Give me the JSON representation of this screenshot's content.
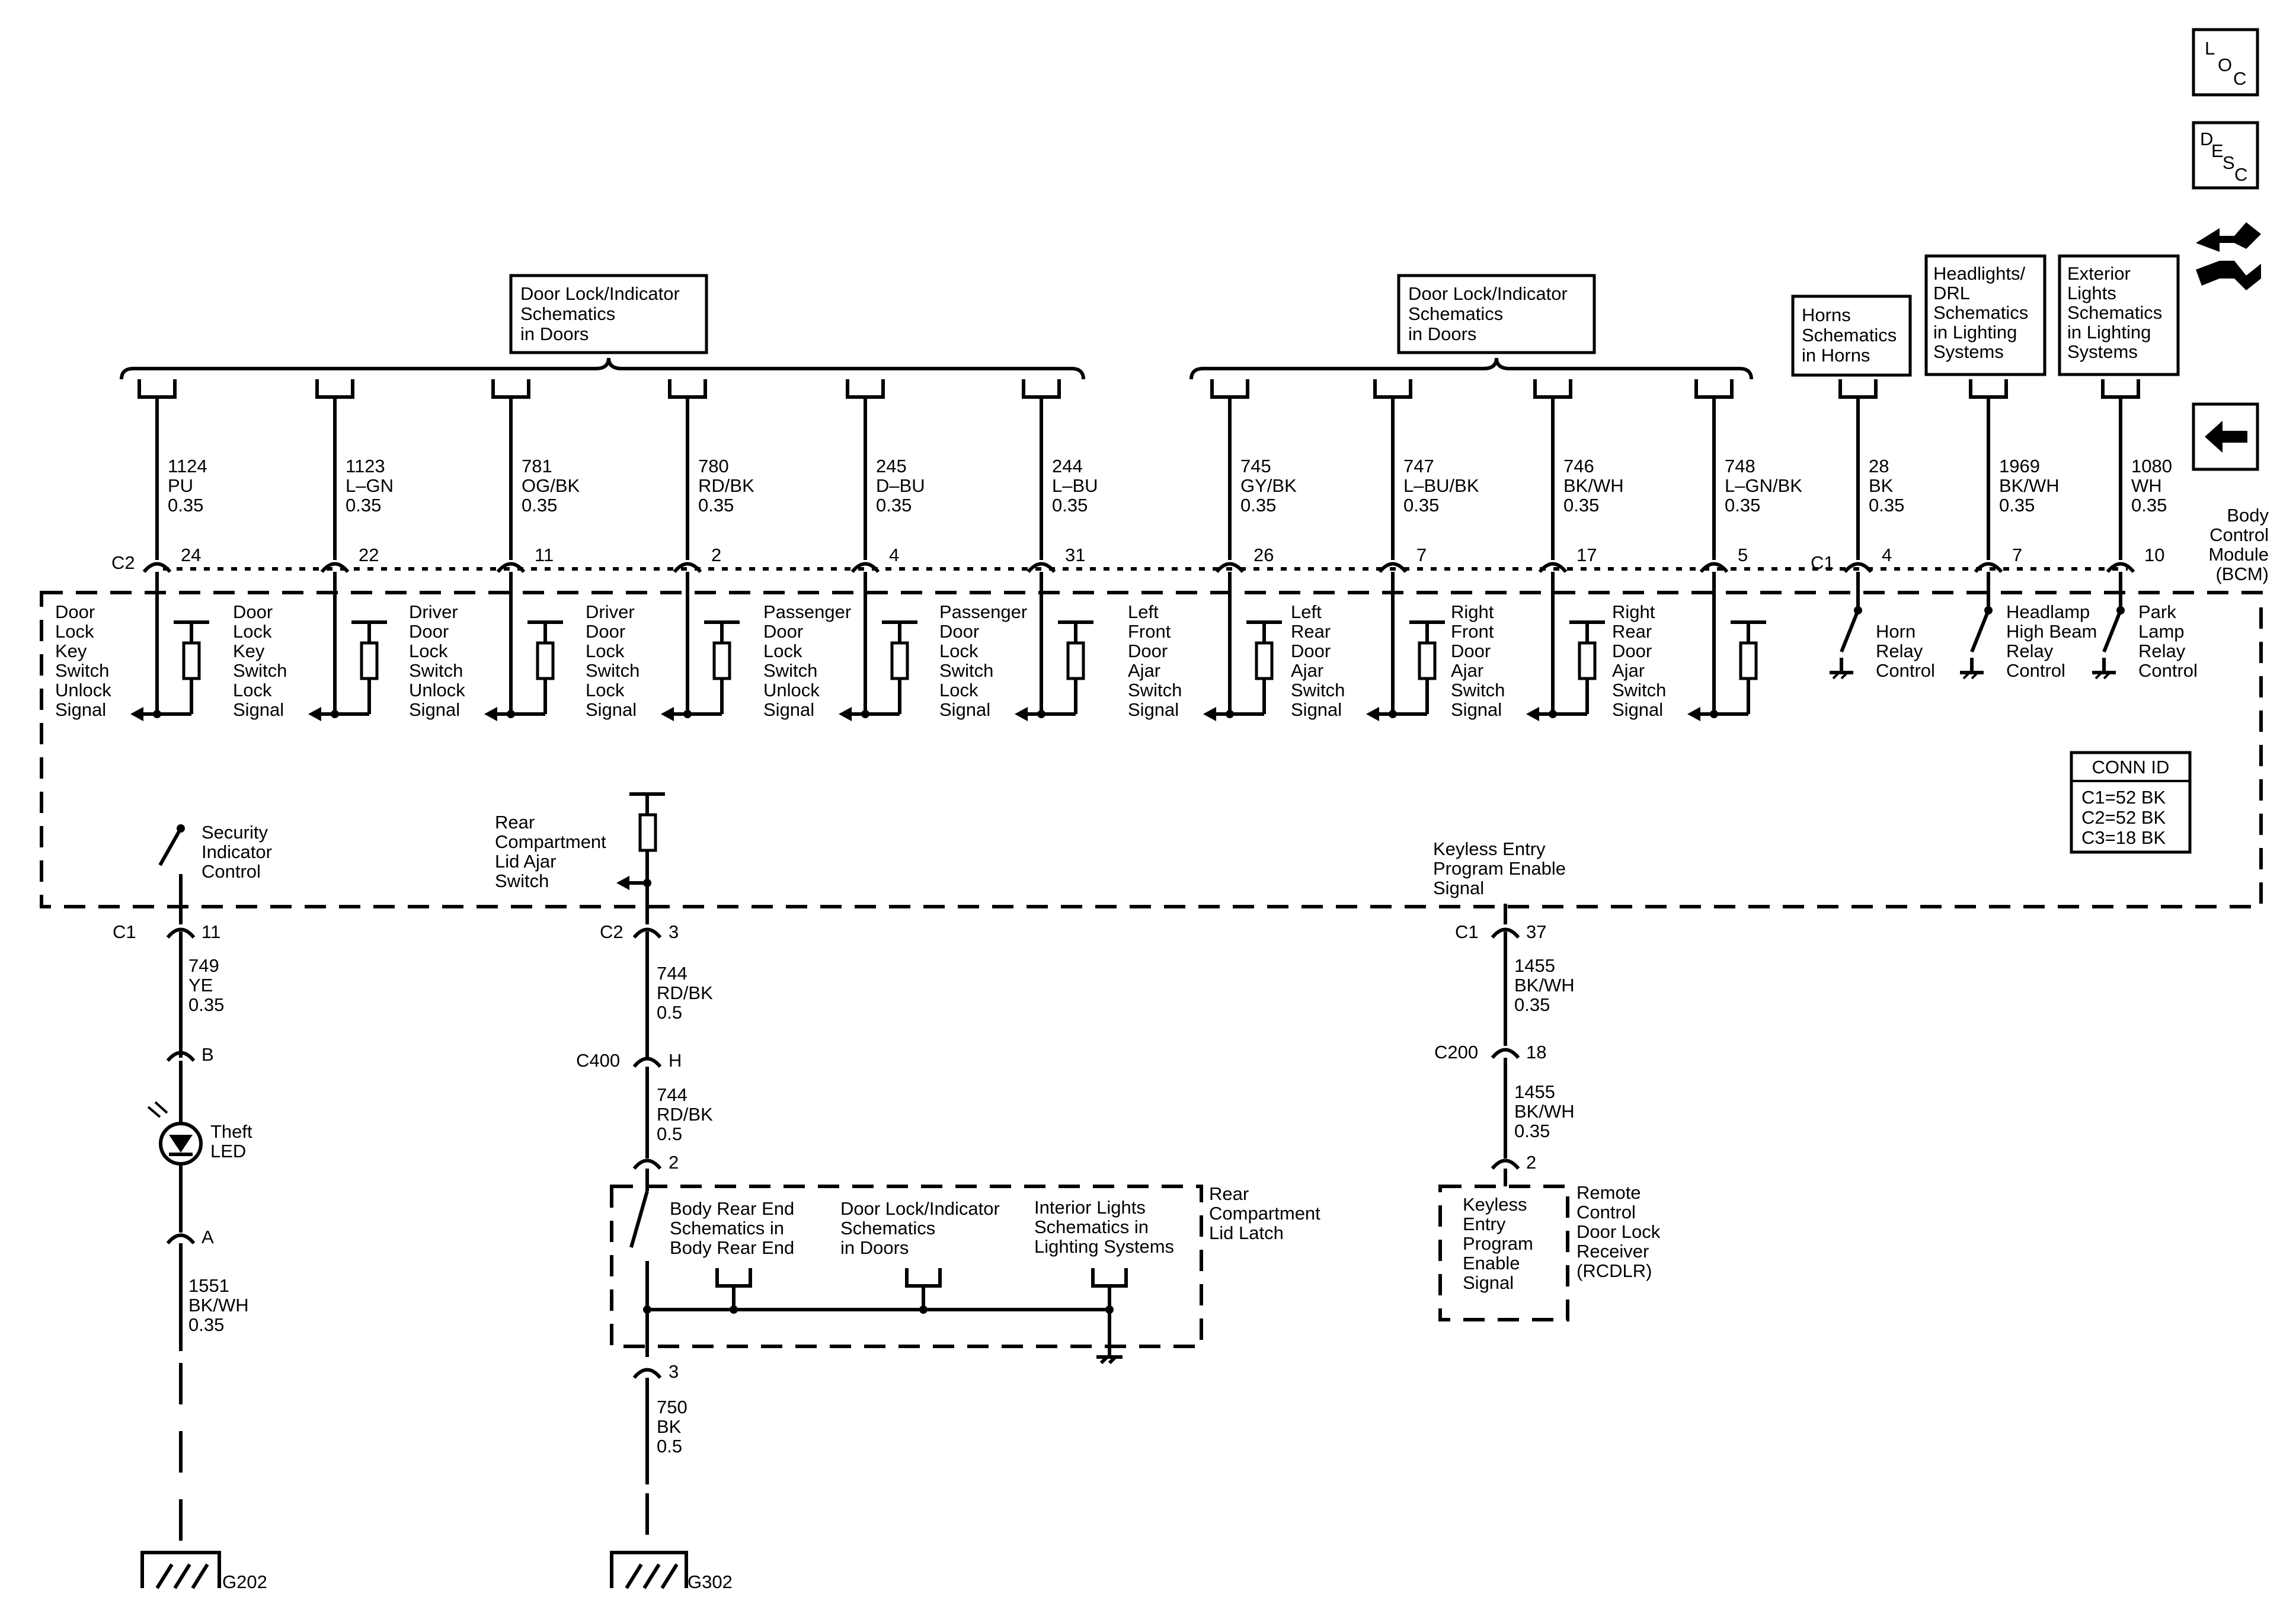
{
  "icons": {
    "loc": [
      "L",
      "O",
      "C"
    ],
    "desc": [
      "D",
      "E",
      "S",
      "C"
    ],
    "nav": [
      "swap-icon",
      "back-arrow-icon"
    ]
  },
  "refs": {
    "door1": [
      "Door Lock/Indicator",
      "Schematics",
      "in Doors"
    ],
    "door2": [
      "Door Lock/Indicator",
      "Schematics",
      "in Doors"
    ],
    "horns": [
      "Horns",
      "Schematics",
      "in Horns"
    ],
    "headlights": [
      "Headlights/",
      "DRL",
      "Schematics",
      "in Lighting",
      "Systems"
    ],
    "exterior": [
      "Exterior",
      "Lights",
      "Schematics",
      "in Lighting",
      "Systems"
    ]
  },
  "connectors": {
    "c1": "C1",
    "c2": "C2"
  },
  "wires": [
    {
      "circuit": "1124",
      "color": "PU",
      "size": "0.35",
      "pin": "24",
      "label": [
        "Door",
        "Lock",
        "Key",
        "Switch",
        "Unlock",
        "Signal"
      ]
    },
    {
      "circuit": "1123",
      "color": "L–GN",
      "size": "0.35",
      "pin": "22",
      "label": [
        "Door",
        "Lock",
        "Key",
        "Switch",
        "Lock",
        "Signal"
      ]
    },
    {
      "circuit": "781",
      "color": "OG/BK",
      "size": "0.35",
      "pin": "11",
      "label": [
        "Driver",
        "Door",
        "Lock",
        "Switch",
        "Unlock",
        "Signal"
      ]
    },
    {
      "circuit": "780",
      "color": "RD/BK",
      "size": "0.35",
      "pin": "2",
      "label": [
        "Driver",
        "Door",
        "Lock",
        "Switch",
        "Lock",
        "Signal"
      ]
    },
    {
      "circuit": "245",
      "color": "D–BU",
      "size": "0.35",
      "pin": "4",
      "label": [
        "Passenger",
        "Door",
        "Lock",
        "Switch",
        "Unlock",
        "Signal"
      ]
    },
    {
      "circuit": "244",
      "color": "L–BU",
      "size": "0.35",
      "pin": "31",
      "label": [
        "Passenger",
        "Door",
        "Lock",
        "Switch",
        "Lock",
        "Signal"
      ]
    },
    {
      "circuit": "745",
      "color": "GY/BK",
      "size": "0.35",
      "pin": "26",
      "label": [
        "Left",
        "Front",
        "Door",
        "Ajar",
        "Switch",
        "Signal"
      ]
    },
    {
      "circuit": "747",
      "color": "L–BU/BK",
      "size": "0.35",
      "pin": "7",
      "label": [
        "Left",
        "Rear",
        "Door",
        "Ajar",
        "Switch",
        "Signal"
      ]
    },
    {
      "circuit": "746",
      "color": "BK/WH",
      "size": "0.35",
      "pin": "17",
      "label": [
        "Right",
        "Front",
        "Door",
        "Ajar",
        "Switch",
        "Signal"
      ]
    },
    {
      "circuit": "748",
      "color": "L–GN/BK",
      "size": "0.35",
      "pin": "5",
      "label": [
        "Right",
        "Rear",
        "Door",
        "Ajar",
        "Switch",
        "Signal"
      ]
    }
  ],
  "relays": [
    {
      "circuit": "28",
      "color": "BK",
      "size": "0.35",
      "pin": "4",
      "label": [
        "Horn",
        "Relay",
        "Control"
      ]
    },
    {
      "circuit": "1969",
      "color": "BK/WH",
      "size": "0.35",
      "pin": "7",
      "label": [
        "Headlamp",
        "High Beam",
        "Relay",
        "Control"
      ]
    },
    {
      "circuit": "1080",
      "color": "WH",
      "size": "0.35",
      "pin": "10",
      "label": [
        "Park",
        "Lamp",
        "Relay",
        "Control"
      ]
    }
  ],
  "bcm": [
    "Body",
    "Control",
    "Module",
    "(BCM)"
  ],
  "conn_id": {
    "title": "CONN ID",
    "lines": [
      "C1=52 BK",
      "C2=52 BK",
      "C3=18 BK"
    ]
  },
  "security": {
    "label": [
      "Security",
      "Indicator",
      "Control"
    ],
    "conn": "C1",
    "pin": "11",
    "w1": [
      "749",
      "YE",
      "0.35"
    ],
    "pin_b": "B",
    "led": [
      "Theft",
      "LED"
    ],
    "pin_a": "A",
    "w2": [
      "1551",
      "BK/WH",
      "0.35"
    ],
    "ground": "G202"
  },
  "rear": {
    "switch_label": [
      "Rear",
      "Compartment",
      "Lid Ajar",
      "Switch"
    ],
    "conn": "C2",
    "pin": "3",
    "w1": [
      "744",
      "RD/BK",
      "0.5"
    ],
    "c400": "C400",
    "pin_h": "H",
    "w2": [
      "744",
      "RD/BK",
      "0.5"
    ],
    "pin_2": "2",
    "ref_body": [
      "Body Rear End",
      "Schematics in",
      "Body Rear End"
    ],
    "ref_door": [
      "Door Lock/Indicator",
      "Schematics",
      "in Doors"
    ],
    "ref_interior": [
      "Interior Lights",
      "Schematics in",
      "Lighting Systems"
    ],
    "latch": [
      "Rear",
      "Compartment",
      "Lid Latch"
    ],
    "pin_3": "3",
    "w3": [
      "750",
      "BK",
      "0.5"
    ],
    "ground": "G302"
  },
  "keyless": {
    "label": [
      "Keyless Entry",
      "Program Enable",
      "Signal"
    ],
    "conn": "C1",
    "pin": "37",
    "w1": [
      "1455",
      "BK/WH",
      "0.35"
    ],
    "c200": "C200",
    "pin_18": "18",
    "w2": [
      "1455",
      "BK/WH",
      "0.35"
    ],
    "pin_2": "2",
    "box": [
      "Keyless",
      "Entry",
      "Program",
      "Enable",
      "Signal"
    ],
    "rcdlr": [
      "Remote",
      "Control",
      "Door Lock",
      "Receiver",
      "(RCDLR)"
    ]
  }
}
